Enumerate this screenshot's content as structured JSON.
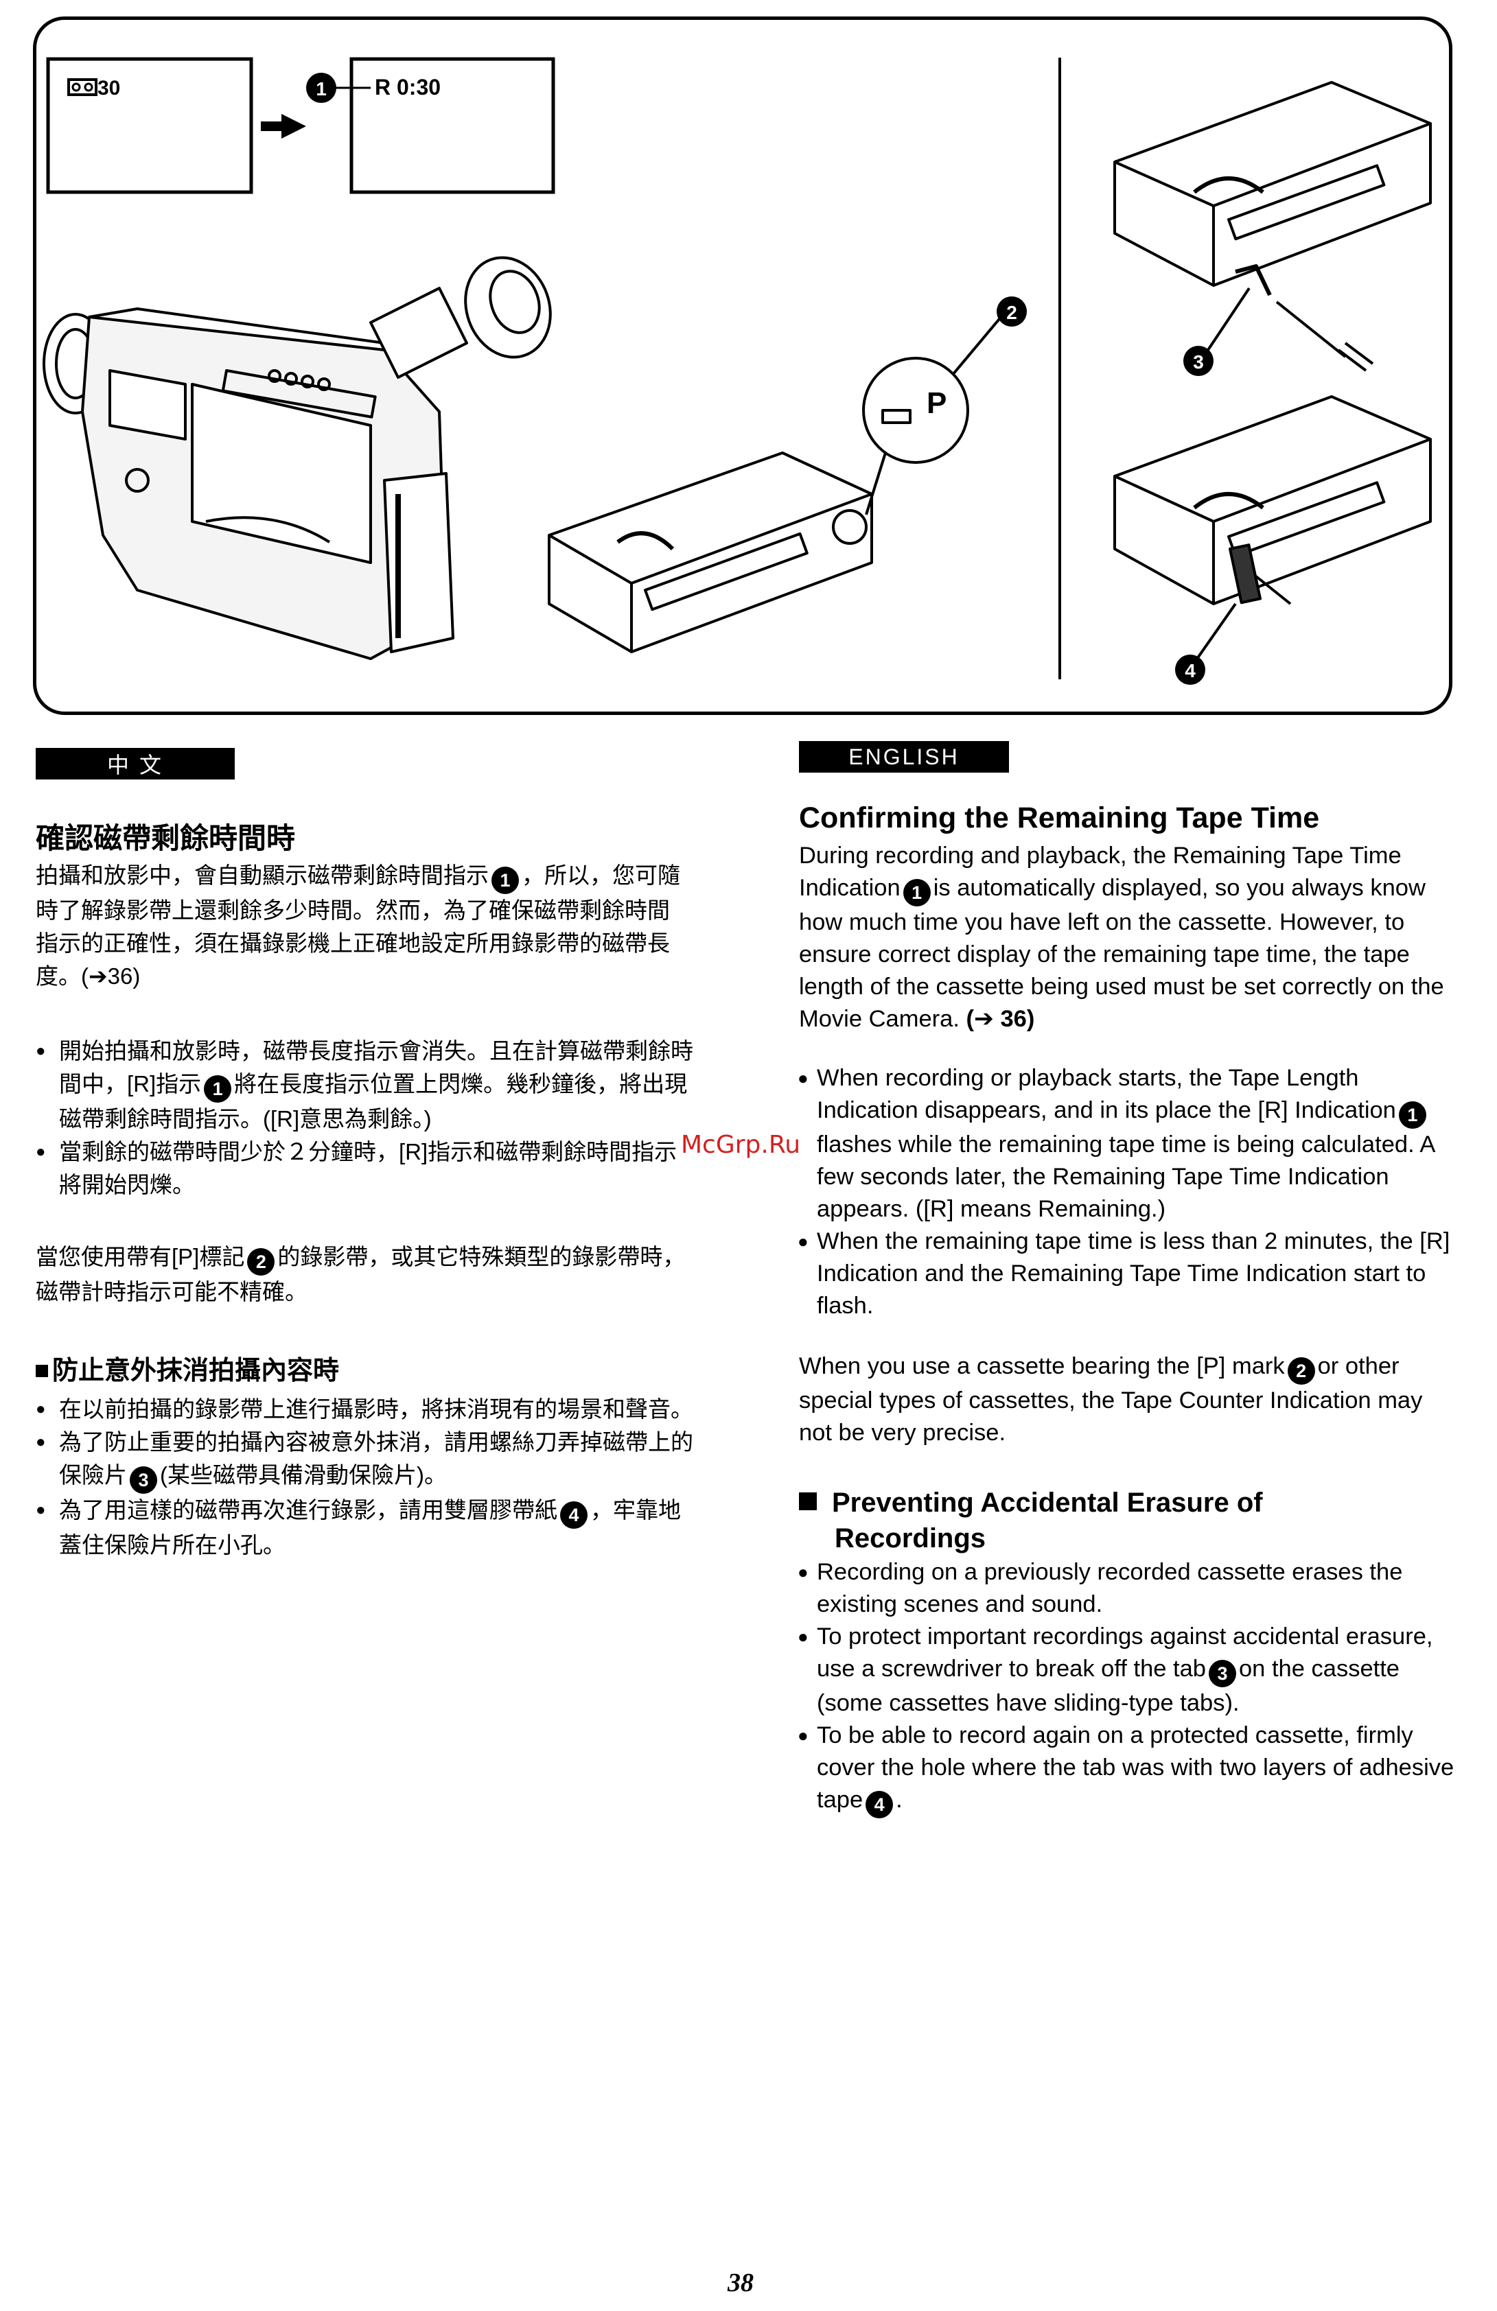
{
  "illustration": {
    "lcd_before": "30",
    "lcd_after": "R 0:30",
    "p_mark": "P",
    "callouts": [
      "1",
      "2",
      "3",
      "4"
    ]
  },
  "zh": {
    "tag": "中 文",
    "title": "確認磁帶剩餘時間時",
    "intro": [
      "拍攝和放影中，會自動顯示磁帶剩餘時間指示",
      "，所以，您可隨時了解錄影帶上還剩餘多少時間。然而，為了確保磁帶剩餘時間指示的正確性，須在攝錄影機上正確地設定所用錄影帶的磁帶長度。(➔36)"
    ],
    "bullets": [
      [
        "開始拍攝和放影時，磁帶長度指示會消失。且在計算磁帶剩餘時間中，[R]指示",
        "將在長度指示位置上閃爍。幾秒鐘後，將出現磁帶剩餘時間指示。([R]意思為剩餘。)"
      ],
      [
        "當剩餘的磁帶時間少於２分鐘時，[R]指示和磁帶剩餘時間指示將開始閃爍。",
        ""
      ]
    ],
    "p_note": [
      "當您使用帶有[P]標記",
      "的錄影帶，或其它特殊類型的錄影帶時，磁帶計時指示可能不精確。"
    ],
    "sub_title": "防止意外抹消拍攝內容時",
    "sub_bullets": [
      [
        "在以前拍攝的錄影帶上進行攝影時，將抹消現有的場景和聲音。",
        ""
      ],
      [
        "為了防止重要的拍攝內容被意外抹消，請用螺絲刀弄掉磁帶上的保險片",
        "(某些磁帶具備滑動保險片)。"
      ],
      [
        "為了用這樣的磁帶再次進行錄影，請用雙層膠帶紙",
        "，牢靠地蓋住保險片所在小孔。"
      ]
    ]
  },
  "en": {
    "tag": "ENGLISH",
    "title": "Confirming the Remaining Tape Time",
    "intro": [
      "During recording and playback, the Remaining Tape Time Indication",
      "is automatically displayed, so you always know how much time you have left on the cassette. However, to ensure correct display of the remaining tape time, the tape length of the cassette being used must be set correctly on the Movie Camera.",
      "(➔ 36)"
    ],
    "bullets": [
      [
        "When recording or playback starts, the Tape Length Indication disappears, and in its place the [R] Indication",
        "flashes while the remaining tape time is being calculated. A few seconds later, the Remaining Tape Time Indication appears. ([R] means Remaining.)"
      ],
      [
        "When the remaining tape time is less than 2 minutes, the [R] Indication and the Remaining Tape Time Indication start to flash.",
        ""
      ]
    ],
    "p_note": [
      "When you use a cassette bearing the [P] mark",
      "or other special types of cassettes, the Tape Counter Indication may not be very precise."
    ],
    "sub_title": "Preventing Accidental Erasure of Recordings",
    "sub_bullets": [
      [
        "Recording on a previously recorded cassette erases the existing scenes and sound.",
        ""
      ],
      [
        "To protect important recordings against accidental erasure, use a screwdriver to break off the tab",
        "on the cassette (some cassettes have sliding-type tabs)."
      ],
      [
        "To be able to record again on a protected cassette, firmly cover the hole where the tab was with two layers of adhesive tape",
        "."
      ]
    ]
  },
  "page_number": "38",
  "watermark": "McGrp.Ru"
}
